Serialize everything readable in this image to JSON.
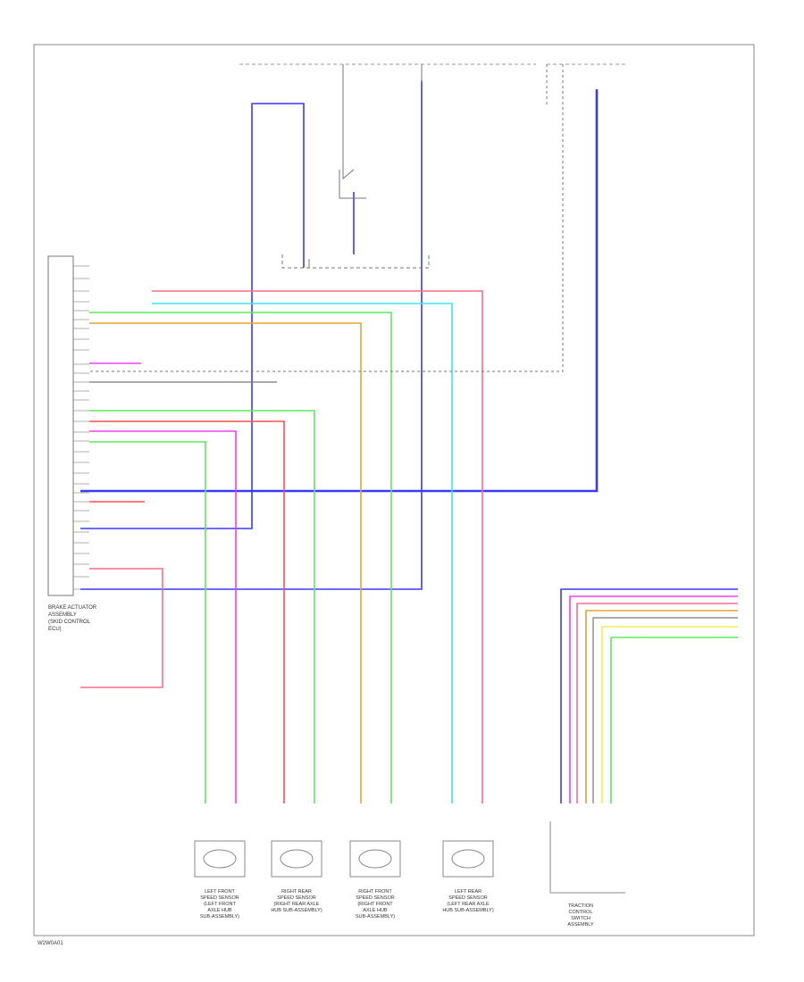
{
  "wires": {
    "blue": "#3a3aff",
    "pink": "#ff6b8a",
    "cyan": "#38e8f0",
    "green": "#5ee85e",
    "orange": "#e8a23a",
    "magenta": "#f040f0",
    "yellow": "#f0f050",
    "gray": "#777777",
    "red": "#ff5050"
  },
  "labels": {
    "left_module": [
      "BRAKE ACTUATOR",
      "ASSEMBLY",
      "(SKID CONTROL",
      "ECU)"
    ],
    "lf_sensor": [
      "LEFT FRONT",
      "SPEED SENSOR",
      "(LEFT FRONT",
      "AXLE HUB",
      "SUB-ASSEMBLY)"
    ],
    "rr_sensor": [
      "RIGHT REAR",
      "SPEED SENSOR",
      "(RIGHT REAR AXLE",
      "HUB SUB-ASSEMBLY)"
    ],
    "rf_sensor": [
      "RIGHT FRONT",
      "SPEED SENSOR",
      "(RIGHT FRONT",
      "AXLE HUB",
      "SUB-ASSEMBLY)"
    ],
    "lr_sensor": [
      "LEFT REAR",
      "SPEED SENSOR",
      "(LEFT REAR AXLE",
      "HUB SUB-ASSEMBLY)"
    ],
    "connector_assy": [
      "TRACTION",
      "CONTROL",
      "SWITCH",
      "ASSEMBLY"
    ],
    "footer": "W2W0A01"
  }
}
